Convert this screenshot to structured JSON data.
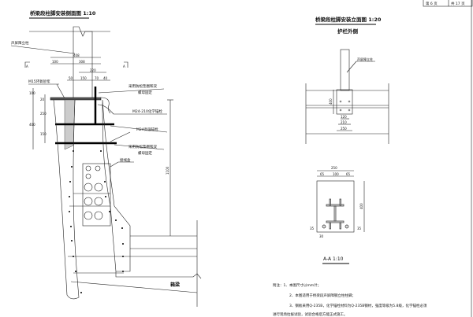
{
  "page_header": {
    "page": "第 6 页",
    "total": "共 17 页"
  },
  "side_view": {
    "title": "桥梁段柱脚安装侧面图 1:10",
    "labels": {
      "post": "声屏障立柱",
      "mortar": "M15环氧砂浆",
      "washer_top_1": "采用防松垫圈和双",
      "washer_top_2": "螺母固定",
      "chem_anchor": "M24-210化学锚栓",
      "hs_anchor": "M24高强锚栓",
      "washer_bot_1": "采用防松垫圈和双",
      "washer_bot_2": "螺母固定",
      "junction_box": "接线盒",
      "box_girder": "箱梁",
      "section_mark": "A"
    },
    "dims": {
      "d408": "408",
      "d100": "100",
      "d308": "308",
      "d220": "220",
      "d50": "50",
      "d150": "150",
      "d70": "70",
      "d40": "40",
      "v100": "100",
      "v20": "20",
      "v400": "400",
      "v250": "250",
      "v150": "150",
      "v1100": "1100"
    }
  },
  "elevation_view": {
    "title": "桥梁段柱脚安装立面图 1:20",
    "subtitle": "护栏外侧",
    "post_label": "声屏障立柱",
    "dims": {
      "h400": "400",
      "w120": "120",
      "w210": "210",
      "w250": "250"
    }
  },
  "section_view": {
    "title": "A-A 1:10",
    "dims": {
      "w250": "250",
      "w65a": "65",
      "w100": "100",
      "w65b": "65",
      "h400": "400",
      "h35": "35",
      "w30": "30"
    }
  },
  "notes": {
    "n1": "附注：1、本图尺寸以mm计；",
    "n2": "2、本图适用于桥梁段声屏障钢立柱柱脚；",
    "n3": "3、钢板采用Q-235B，化学锚栓材料为Q-235B钢材，强度等级为5.8级，化学锚栓必须",
    "n3b": "进行现场拉拔试验，试验合格后方能正式施工。"
  }
}
